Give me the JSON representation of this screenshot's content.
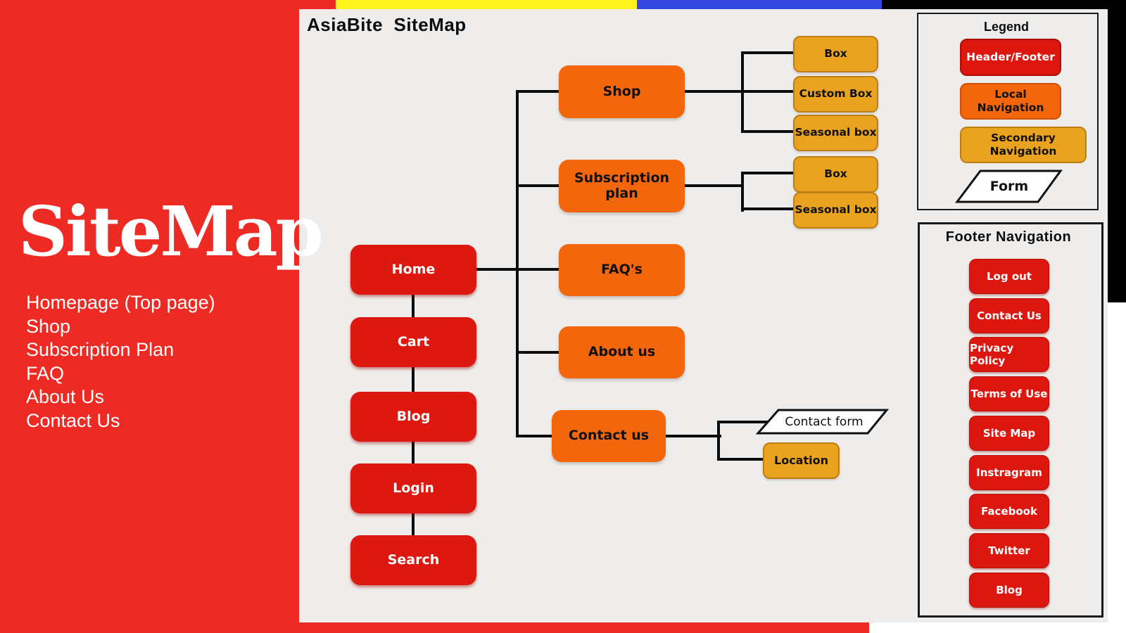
{
  "top_bar": {
    "red": "#ee2a24",
    "yellow": "#fdf21b",
    "blue": "#3448e0",
    "black": "#000000"
  },
  "left_panel": {
    "title": "SiteMap",
    "items": [
      "Homepage (Top page)",
      "Shop",
      "Subscription Plan",
      "FAQ",
      "About Us",
      "Contact Us"
    ]
  },
  "diagram": {
    "title": "AsiaBite  SiteMap",
    "primary_nav": [
      "Home",
      "Cart",
      "Blog",
      "Login",
      "Search"
    ],
    "local_nav": [
      "Shop",
      "Subscription plan",
      "FAQ's",
      "About us",
      "Contact us"
    ],
    "shop_children": [
      "Box",
      "Custom Box",
      "Seasonal box"
    ],
    "subscription_children": [
      "Box",
      "Seasonal box"
    ],
    "contact_form_label": "Contact form",
    "location_label": "Location"
  },
  "legend": {
    "title": "Legend",
    "header_footer": "Header/Footer",
    "local_nav": "Local Navigation",
    "secondary_nav": "Secondary Navigation",
    "form": "Form"
  },
  "footer_nav": {
    "title": "Footer Navigation",
    "items": [
      "Log out",
      "Contact Us",
      "Privacy Policy",
      "Terms of Use",
      "Site Map",
      "Instragram",
      "Facebook",
      "Twitter",
      "Blog"
    ]
  },
  "colors": {
    "panel_red": "#ee2a24",
    "node_red": "#dc1810",
    "node_orange": "#f4660b",
    "node_amber": "#e9a31e",
    "canvas_gray": "#efedeb"
  }
}
